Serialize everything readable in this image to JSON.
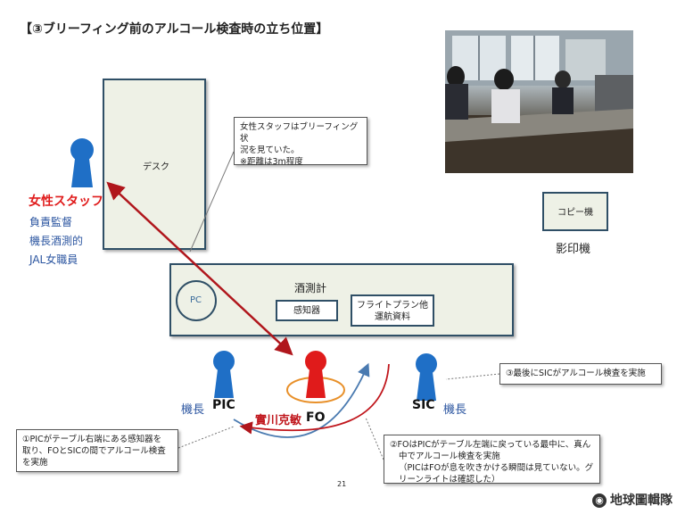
{
  "title": "【③ブリーフィング前のアルコール検査時の立ち位置】",
  "desk": {
    "label": "デスク"
  },
  "staff": {
    "name": "女性スタッフ",
    "role1": "負責監督",
    "role2": "機長酒測的",
    "role3": "JAL女職員"
  },
  "callout_staff": {
    "line1": "女性スタッフはブリーフィング状",
    "line2": "況を見ていた。",
    "line3": "※距離は3m程度"
  },
  "meter": {
    "label": "酒測計",
    "pc": "PC",
    "sensor": "感知器",
    "flight_line1": "フライトプラン他",
    "flight_line2": "運航資料"
  },
  "copier": {
    "label": "コピー機",
    "sub": "影印機"
  },
  "pic": {
    "role": "機長",
    "code": "PIC"
  },
  "fo": {
    "name": "實川克敏",
    "code": "FO"
  },
  "sic": {
    "code": "SIC",
    "role": "機長"
  },
  "callout_sic": {
    "text": "③最後にSICがアルコール検査を実施"
  },
  "callout_pic": {
    "line1": "①PICがテーブル右端にある感知器を",
    "line2": "取り、FOとSICの間でアルコール検査",
    "line3": "を実施"
  },
  "callout_fo": {
    "line1": "②FOはPICがテーブル左端に戻っている最中に、真ん",
    "line2": "中でアルコール検査を実施",
    "line3": "（PICはFOが息を吹きかける瞬間は見ていない。グ",
    "line4": "リーンライトは確認した）"
  },
  "page_number": "21",
  "logo": "地球圖輯隊",
  "colors": {
    "blue_person": "#1f6fc6",
    "red_person": "#e01b1b",
    "arrow_red": "#b0161c",
    "arrow_blue": "#4a7ab0",
    "orange_ring": "#e8902a"
  }
}
